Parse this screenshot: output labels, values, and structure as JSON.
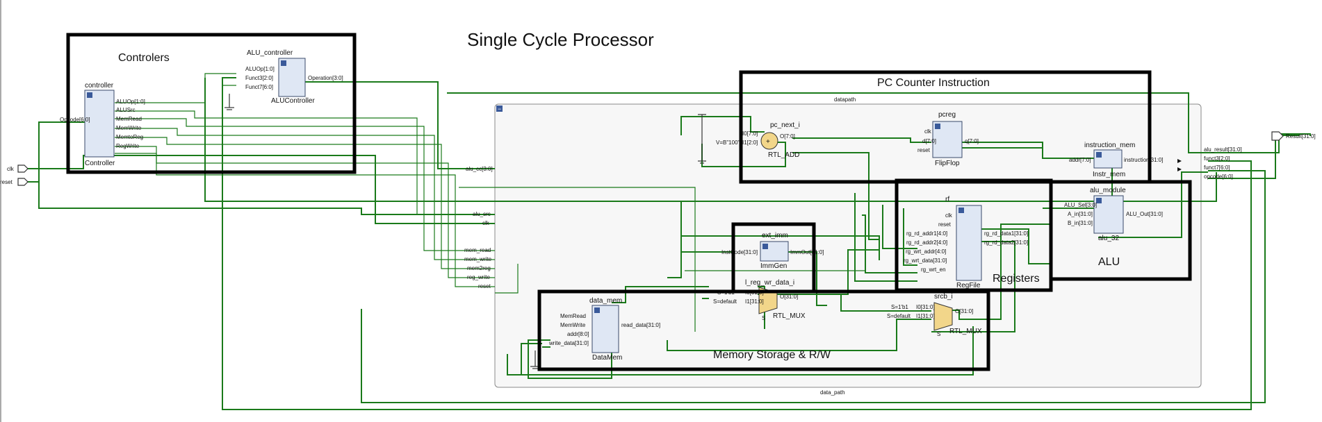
{
  "title": "Single Cycle Processor",
  "highlight_labels": {
    "controllers": "Controlers",
    "pc_counter": "PC Counter Instruction",
    "registers": "Registers",
    "alu": "ALU",
    "memory": "Memory Storage & R/W"
  },
  "groups": {
    "datapath_top": "datapath",
    "datapath_bottom": "data_path",
    "collapse_symbol": "−"
  },
  "top_ports": {
    "clk": "clk",
    "reset": "reset",
    "result": "Result[31:0]",
    "opcode": "Opcode[6:0]"
  },
  "controller": {
    "instance": "controller",
    "module": "Controller",
    "outputs": [
      "ALUOp[1:0]",
      "ALUSrc",
      "MemRead",
      "MemWrite",
      "MemtoReg",
      "RegWrite"
    ]
  },
  "alu_controller": {
    "instance": "ALU_controller",
    "module": "ALUController",
    "inputs": [
      "ALUOp[1:0]",
      "Funct3[2:0]",
      "Funct7[6:0]"
    ],
    "output": "Operation[3:0]"
  },
  "datapath_inputs": [
    "alu_cc[3:0]",
    "alu_src",
    "clk",
    "mem_read",
    "mem_write",
    "mem2reg",
    "reg_write",
    "reset"
  ],
  "datapath_outputs": [
    "alu_result[31:0]",
    "funct3[2:0]",
    "funct7[6:0]",
    "opcode[6:0]"
  ],
  "pc_next": {
    "instance": "pc_next_i",
    "module": "RTL_ADD",
    "inputs": [
      "I0[7:0]",
      "I1[2:0]"
    ],
    "output": "O[7:0]",
    "const": "V=B\"100\"",
    "symbol": "+"
  },
  "pcreg": {
    "instance": "pcreg",
    "module": "FlipFlop",
    "inputs": [
      "clk",
      "d[7:0]",
      "reset"
    ],
    "output": "q[7:0]"
  },
  "instruction_mem": {
    "instance": "instruction_mem",
    "module": "Instr_mem",
    "input": "addr[7:0]",
    "output": "instruction[31:0]"
  },
  "rf": {
    "instance": "rf",
    "module": "RegFile",
    "inputs": [
      "clk",
      "reset",
      "rg_rd_addr1[4:0]",
      "rg_rd_addr2[4:0]",
      "rg_wrt_addr[4:0]",
      "rg_wrt_data[31:0]",
      "rg_wrt_en"
    ],
    "outputs": [
      "rg_rd_data1[31:0]",
      "rg_rd_data2[31:0]"
    ]
  },
  "alu_module": {
    "instance": "alu_module",
    "module": "alu_32",
    "inputs": [
      "ALU_Sel[3:0]",
      "A_in[31:0]",
      "B_in[31:0]"
    ],
    "output": "ALU_Out[31:0]"
  },
  "ext_imm": {
    "instance": "ext_imm",
    "module": "ImmGen",
    "input": "InstCode[31:0]",
    "output": "ImmOut[31:0]"
  },
  "reg_wr_mux": {
    "instance": "l_reg_wr_data_i",
    "module": "RTL_MUX",
    "inputs": [
      "I0[31:0]",
      "I1[31:0]"
    ],
    "output": "O[31:0]",
    "select": "S",
    "sel0": "S=1'b1",
    "sel1": "S=default"
  },
  "srcb_mux": {
    "instance": "srcb_i",
    "module": "RTL_MUX",
    "inputs": [
      "I0[31:0]",
      "I1[31:0]"
    ],
    "output": "O[31:0]",
    "select": "S",
    "sel0": "S=1'b1",
    "sel1": "S=default"
  },
  "data_mem": {
    "instance": "data_mem",
    "module": "DataMem",
    "inputs": [
      "MemRead",
      "MemWrite",
      "addr[8:0]",
      "write_data[31:0]"
    ],
    "output": "read_data[31:0]"
  },
  "colors": {
    "wire": "#1a7a1a",
    "block_fill": "#dfe7f4",
    "mux_fill": "#f2d68a",
    "highlight": "#000000"
  }
}
